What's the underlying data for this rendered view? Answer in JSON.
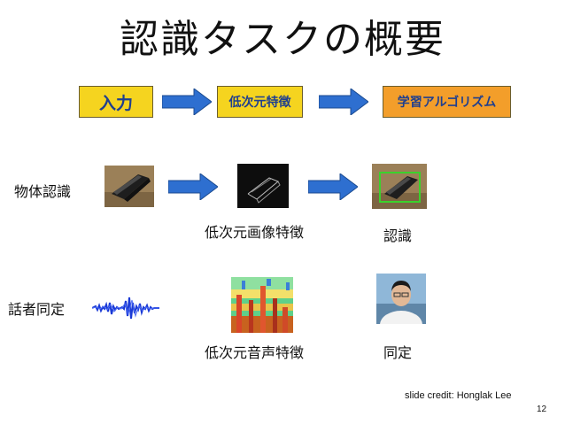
{
  "title": "認識タスクの概要",
  "pipeline": {
    "input": "入力",
    "low_level_features": "低次元特徴",
    "learning_algorithm": "学習アルゴリズム"
  },
  "rows": {
    "object": {
      "label": "物体認識",
      "feature_caption": "低次元画像特徴",
      "result_caption": "認識"
    },
    "speaker": {
      "label": "話者同定",
      "feature_caption": "低次元音声特徴",
      "result_caption": "同定"
    }
  },
  "credit": "slide credit:  Honglak Lee",
  "page_number": "12",
  "colors": {
    "box_yellow": "#f5d41f",
    "box_orange": "#f39e2a",
    "box_text": "#1f3f8f",
    "arrow_fill": "#2e6fd0",
    "detection_box": "#3bd12c"
  }
}
